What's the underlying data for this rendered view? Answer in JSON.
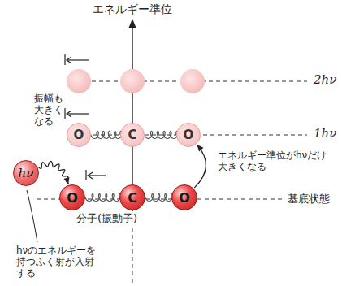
{
  "diagram": {
    "title": "エネルギー準位",
    "nodes": [
      {
        "text": [
          "O"
        ]
      },
      {
        "text": [
          "C"
        ]
      },
      {
        "text": [
          "O"
        ]
      },
      {
        "text": [
          "hν"
        ]
      },
      {
        "text": [
          "O"
        ]
      },
      {
        "text": [
          "C"
        ]
      },
      {
        "text": [
          "O"
        ]
      }
    ],
    "edges": [
      {
        "from": 0,
        "to": 1,
        "arrow": "none"
      },
      {
        "from": 1,
        "to": 2,
        "arrow": "none"
      },
      {
        "from": 4,
        "to": 5,
        "arrow": "none"
      },
      {
        "from": 5,
        "to": 6,
        "arrow": "none"
      },
      {
        "from": 3,
        "to": 4,
        "arrow": "to"
      },
      {
        "from": 6,
        "to": 2,
        "arrow": "to"
      }
    ],
    "labels": [
      "2hν",
      "1hν",
      "基底状態",
      "振幅も大きくなる",
      "エネルギー準位がhνだけ大きくなる",
      "分子(振動子)",
      "hνのエネルギーを持つふく射が入射する"
    ]
  }
}
